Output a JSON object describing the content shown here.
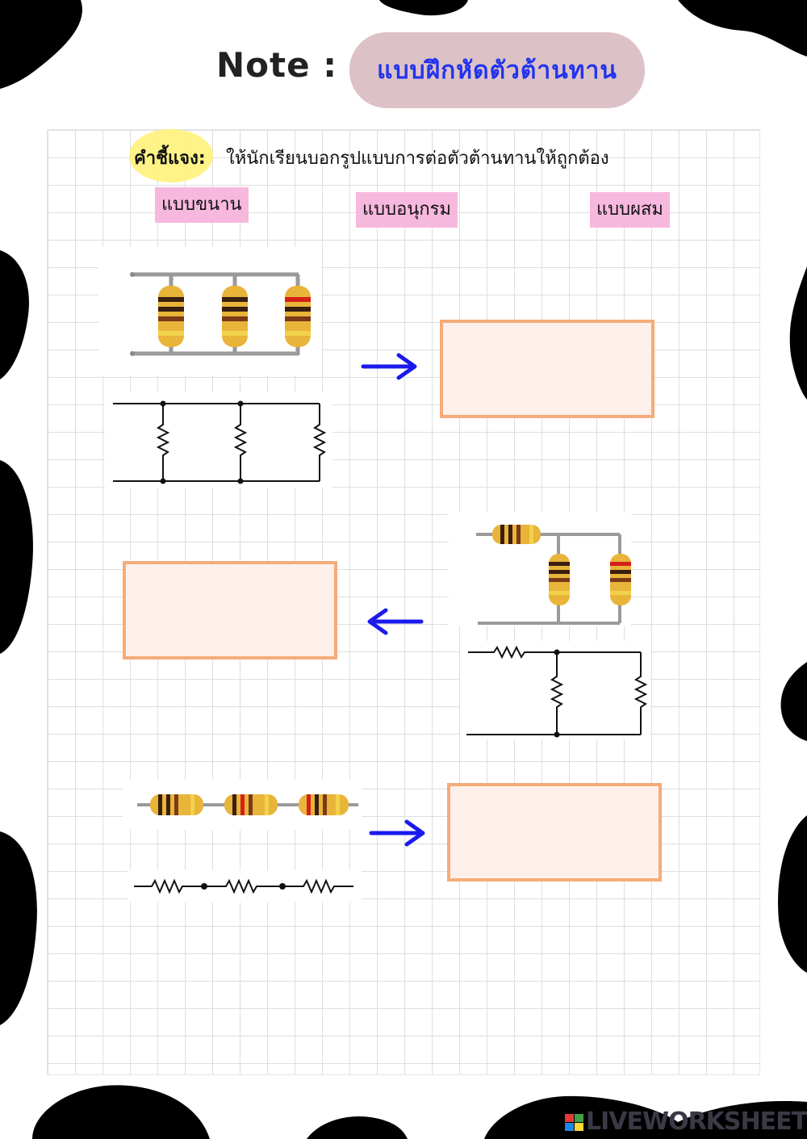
{
  "header": {
    "note_label": "Note :",
    "title": "แบบฝึกหัดตัวต้านทาน"
  },
  "instruction": {
    "label": "คำชี้แจง:",
    "text": "ให้นักเรียนบอกรูปแบบการต่อตัวต้านทานให้ถูกต้อง"
  },
  "choices": [
    "แบบขนาน",
    "แบบอนุกรม",
    "แบบผสม"
  ],
  "questions": [
    {
      "arrow": "right",
      "answer": ""
    },
    {
      "arrow": "left",
      "answer": ""
    },
    {
      "arrow": "right",
      "answer": ""
    }
  ],
  "colors": {
    "arrow": "#1a1aee",
    "answer_border": "#f5ac7a",
    "choice_bg": "#f7b8dd",
    "title_pill": "#dcc2c6",
    "title_text": "#2233ee"
  },
  "watermark": "LIVEWORKSHEETS"
}
